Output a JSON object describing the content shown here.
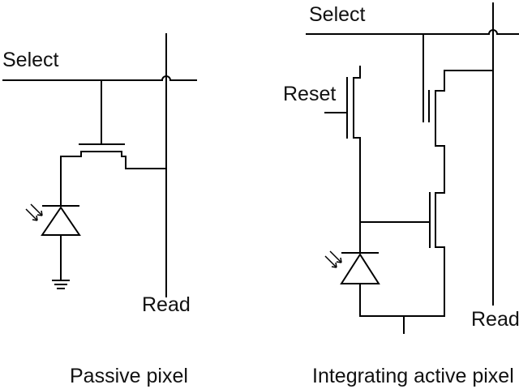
{
  "passive": {
    "select_label": "Select",
    "read_label": "Read",
    "caption": "Passive pixel"
  },
  "active": {
    "select_label": "Select",
    "reset_label": "Reset",
    "read_label": "Read",
    "caption": "Integrating active pixel"
  }
}
